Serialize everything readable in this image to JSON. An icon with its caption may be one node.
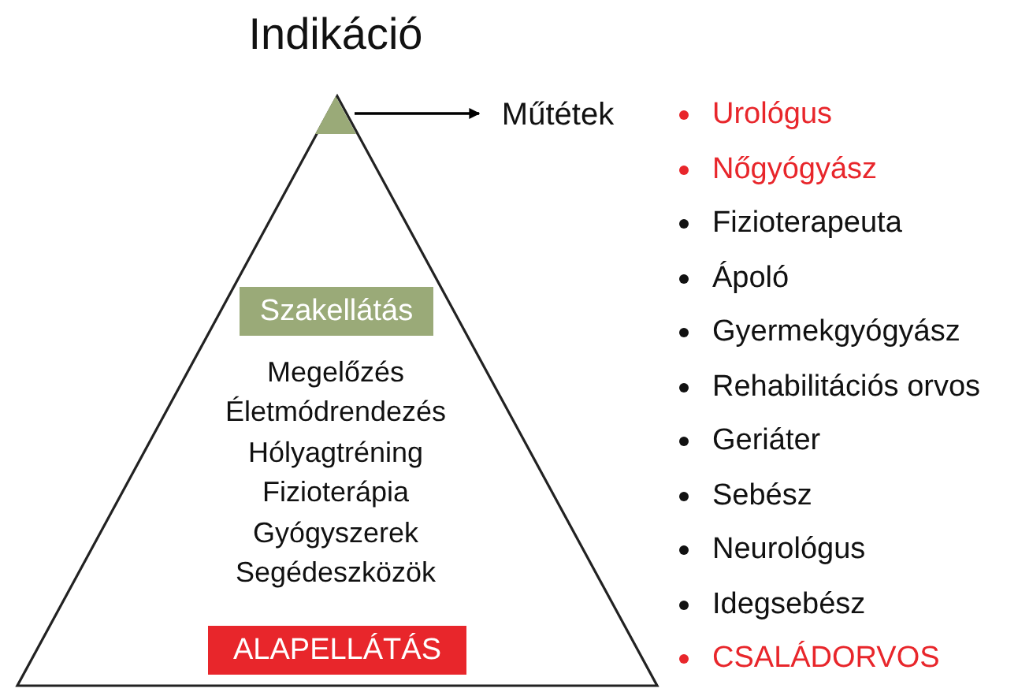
{
  "diagram": {
    "title": "Indikáció",
    "nodes": [
      {
        "text": [],
        "shape": "triangle"
      },
      {
        "text": [],
        "shape": "triangle",
        "in": 0
      },
      {
        "text": [
          "Szakellátás"
        ],
        "in": 0
      },
      {
        "text": [
          "ALAPELLÁTÁS"
        ],
        "in": 0
      },
      {
        "text": [
          "Műtétek"
        ]
      }
    ],
    "edges": [
      {
        "from": 1,
        "to": 4,
        "arrow": "to"
      }
    ],
    "labels": [
      "Megelőzés",
      "Életmódrendezés",
      "Hólyagtréning",
      "Fizioterápia",
      "Gyógyszerek",
      "Segédeszközök",
      "Urológus",
      "Nőgyógyász",
      "Fizioterapeuta",
      "Ápoló",
      "Gyermekgyógyász",
      "Rehabilitációs orvos",
      "Geriáter",
      "Sebész",
      "Neurológus",
      "Idegsebész",
      "CSALÁDORVOS"
    ]
  }
}
